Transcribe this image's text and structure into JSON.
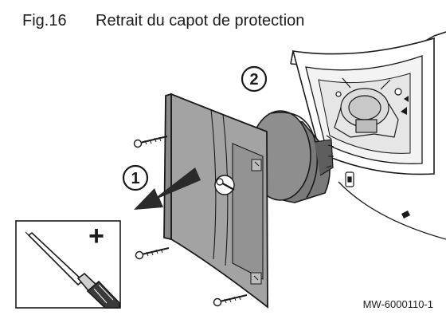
{
  "figure": {
    "number": "Fig.16",
    "title": "Retrait du capot de protection",
    "reference": "MW-6000110-1"
  },
  "callouts": [
    {
      "label": "1"
    },
    {
      "label": "2"
    }
  ],
  "tool": {
    "symbol": "+",
    "icon": "phillips-screwdriver-icon"
  },
  "colors": {
    "cover": "#9c9c9c",
    "cover_shadow": "#7e7e7e",
    "arrow": "#2a2a2a",
    "line": "#1a1a1a"
  }
}
